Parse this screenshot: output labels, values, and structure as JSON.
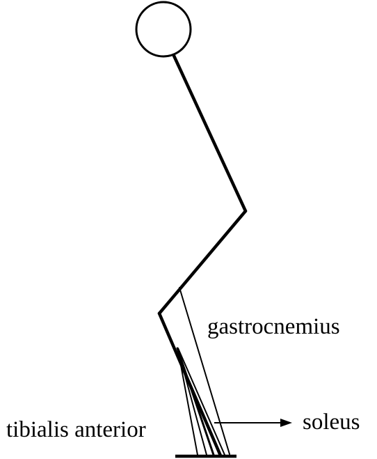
{
  "labels": {
    "gastrocnemius": "gastrocnemius",
    "soleus": "soleus",
    "tibialis_anterior": "tibialis anterior"
  },
  "colors": {
    "stroke": "#000000",
    "background": "#ffffff"
  }
}
